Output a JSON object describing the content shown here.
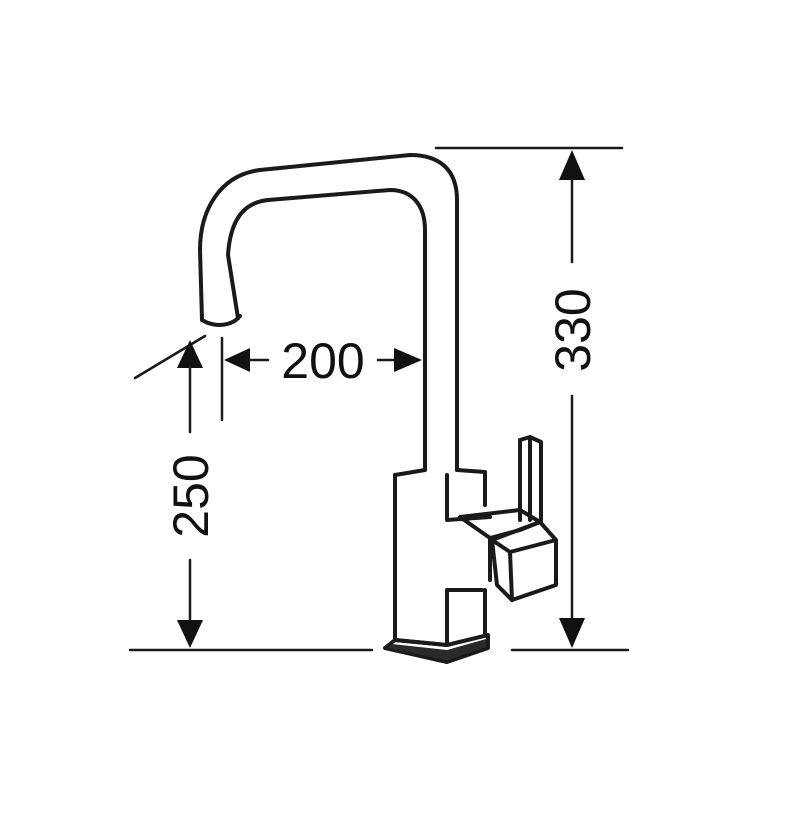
{
  "dimensions": {
    "spout_reach": "200",
    "spout_height": "250",
    "total_height": "330"
  },
  "colors": {
    "ink": "#1a1a1a",
    "background": "#ffffff"
  }
}
